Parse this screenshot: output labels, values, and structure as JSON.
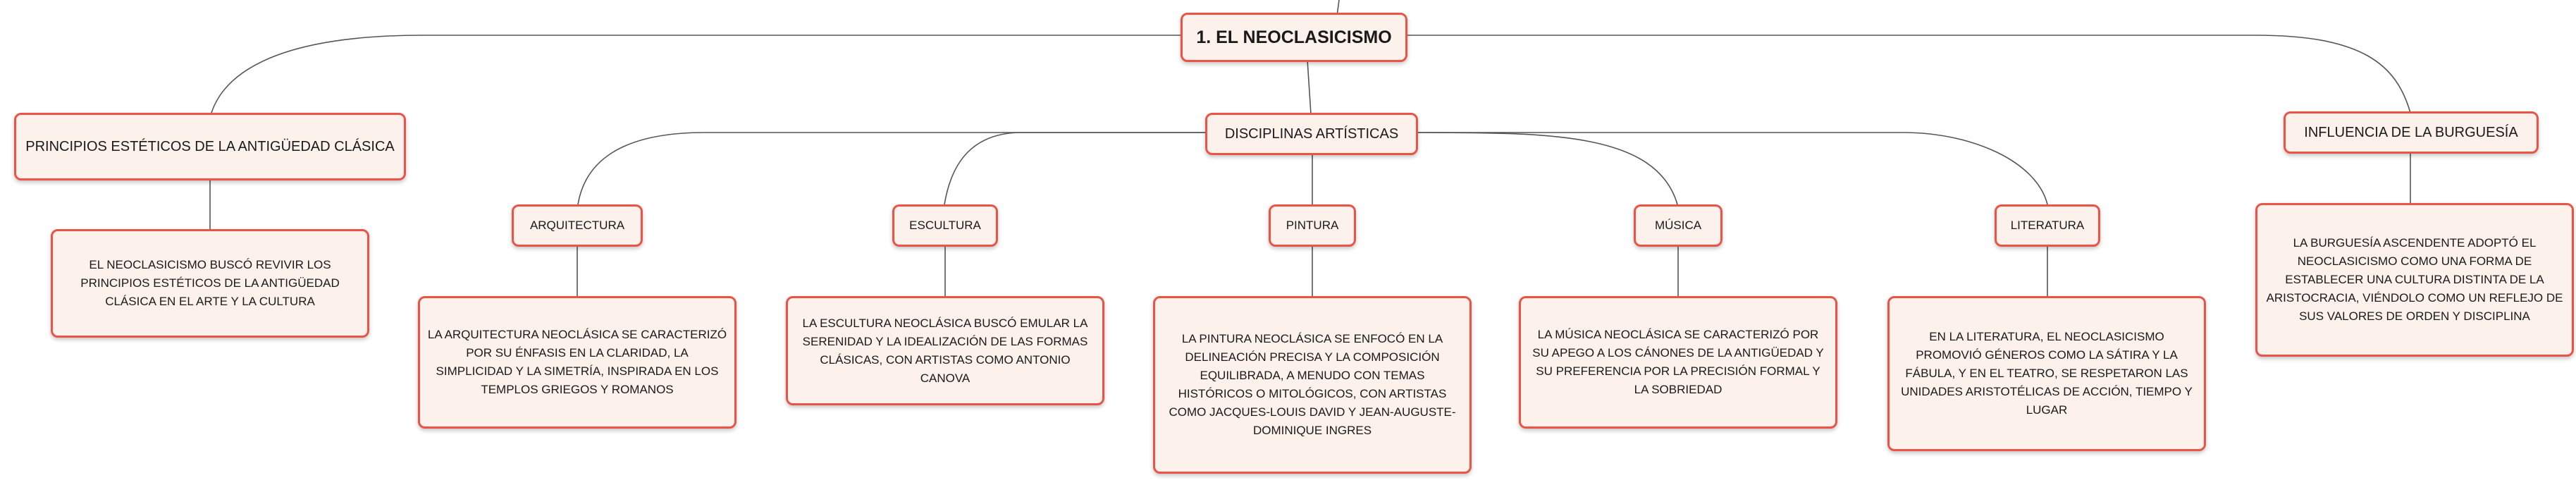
{
  "map": {
    "root": "1. EL NEOCLASICISMO",
    "principios": {
      "title": "PRINCIPIOS ESTÉTICOS DE LA ANTIGÜEDAD CLÁSICA",
      "text": "EL NEOCLASICISMO BUSCÓ REVIVIR LOS PRINCIPIOS ESTÉTICOS DE LA ANTIGÜEDAD CLÁSICA EN EL ARTE Y LA CULTURA"
    },
    "disciplinas": {
      "title": "DISCIPLINAS ARTÍSTICAS",
      "arquitectura": {
        "title": "ARQUITECTURA",
        "text": "LA ARQUITECTURA NEOCLÁSICA SE CARACTERIZÓ POR SU ÉNFASIS EN LA CLARIDAD, LA SIMPLICIDAD Y LA SIMETRÍA, INSPIRADA EN LOS TEMPLOS GRIEGOS Y ROMANOS"
      },
      "escultura": {
        "title": "ESCULTURA",
        "text": "LA ESCULTURA NEOCLÁSICA BUSCÓ EMULAR LA SERENIDAD Y LA IDEALIZACIÓN DE LAS FORMAS CLÁSICAS, CON ARTISTAS COMO ANTONIO CANOVA"
      },
      "pintura": {
        "title": "PINTURA",
        "text": "LA PINTURA NEOCLÁSICA SE ENFOCÓ EN LA DELINEACIÓN PRECISA Y LA COMPOSICIÓN EQUILIBRADA, A MENUDO CON TEMAS HISTÓRICOS O MITOLÓGICOS, CON ARTISTAS COMO JACQUES-LOUIS DAVID Y JEAN-AUGUSTE-DOMINIQUE INGRES"
      },
      "musica": {
        "title": "MÚSICA",
        "text": "LA MÚSICA NEOCLÁSICA SE CARACTERIZÓ POR SU APEGO A LOS CÁNONES DE LA ANTIGÜEDAD Y SU PREFERENCIA POR LA PRECISIÓN FORMAL Y LA SOBRIEDAD"
      },
      "literatura": {
        "title": "LITERATURA",
        "text": "EN LA LITERATURA, EL NEOCLASICISMO PROMOVIÓ GÉNEROS COMO LA SÁTIRA Y LA FÁBULA, Y EN EL TEATRO, SE RESPETARON LAS UNIDADES ARISTOTÉLICAS DE ACCIÓN, TIEMPO Y LUGAR"
      }
    },
    "burguesia": {
      "title": "INFLUENCIA DE LA BURGUESÍA",
      "text": "LA BURGUESÍA ASCENDENTE ADOPTÓ EL NEOCLASICISMO COMO UNA FORMA DE ESTABLECER UNA CULTURA DISTINTA DE LA ARISTOCRACIA, VIÉNDOLO COMO UN REFLEJO DE SUS VALORES DE ORDEN Y DISCIPLINA"
    }
  },
  "colors": {
    "border": "#ea5447",
    "fill": "#fdf1ec",
    "connector": "#555555"
  }
}
